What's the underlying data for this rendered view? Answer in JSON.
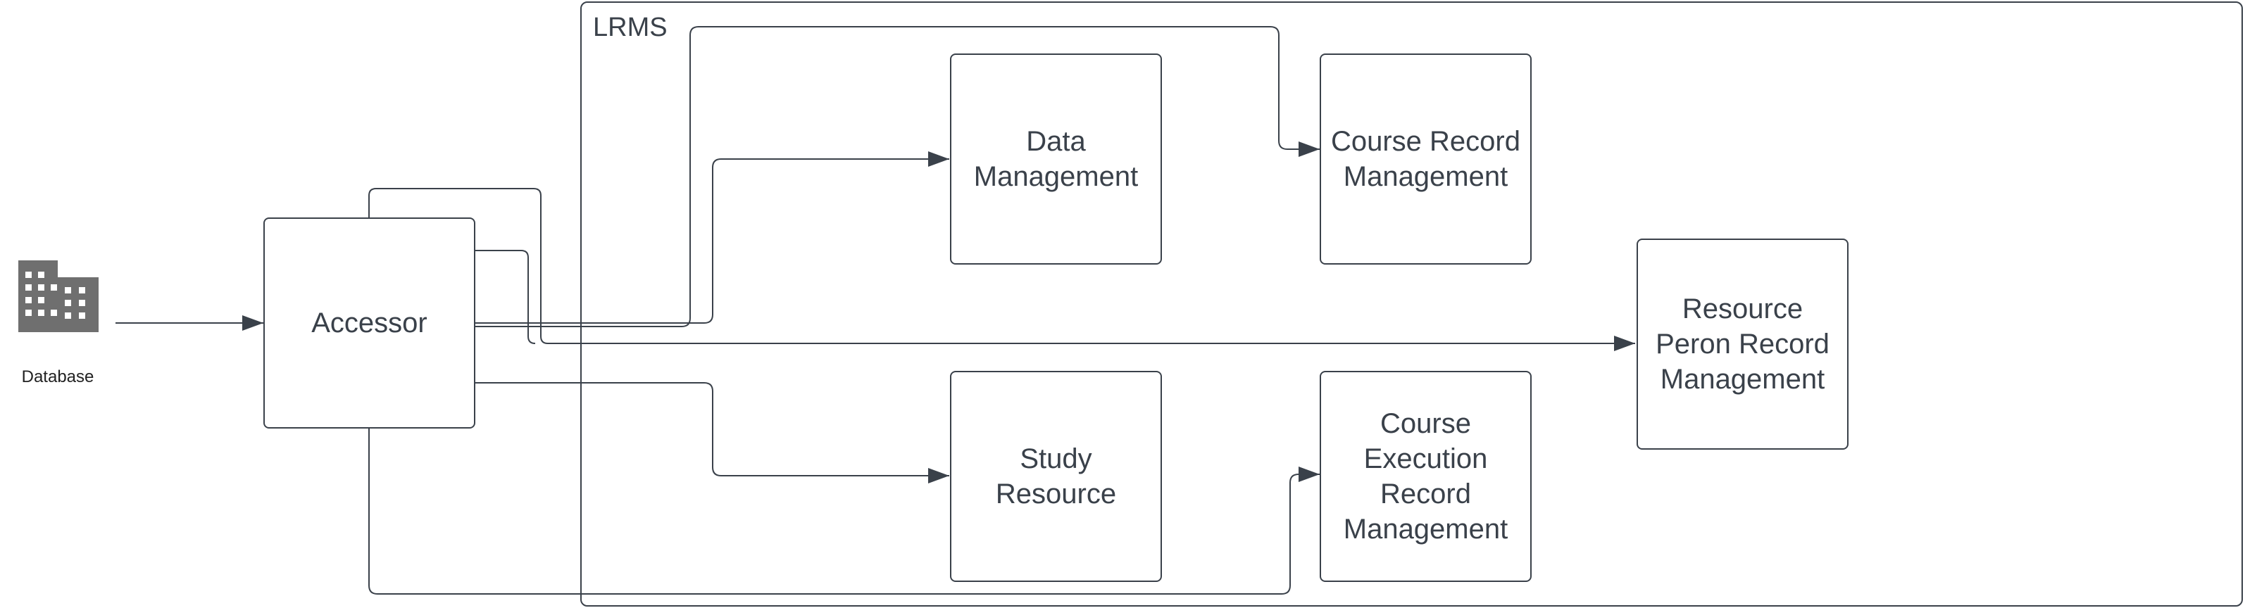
{
  "diagram": {
    "container": {
      "title": "LRMS"
    },
    "database": {
      "label": "Database",
      "icon": "building-icon",
      "icon_color": "#6f6f6f"
    },
    "nodes": {
      "accessor": "Accessor",
      "data_management": "Data\nManagement",
      "course_record": "Course Record\nManagement",
      "resource_person": "Resource\nPeron Record\nManagement",
      "study_resource": "Study\nResource",
      "course_execution": "Course\nExecution\nRecord\nManagement"
    },
    "colors": {
      "stroke": "#3a414a",
      "background": "#ffffff"
    }
  }
}
